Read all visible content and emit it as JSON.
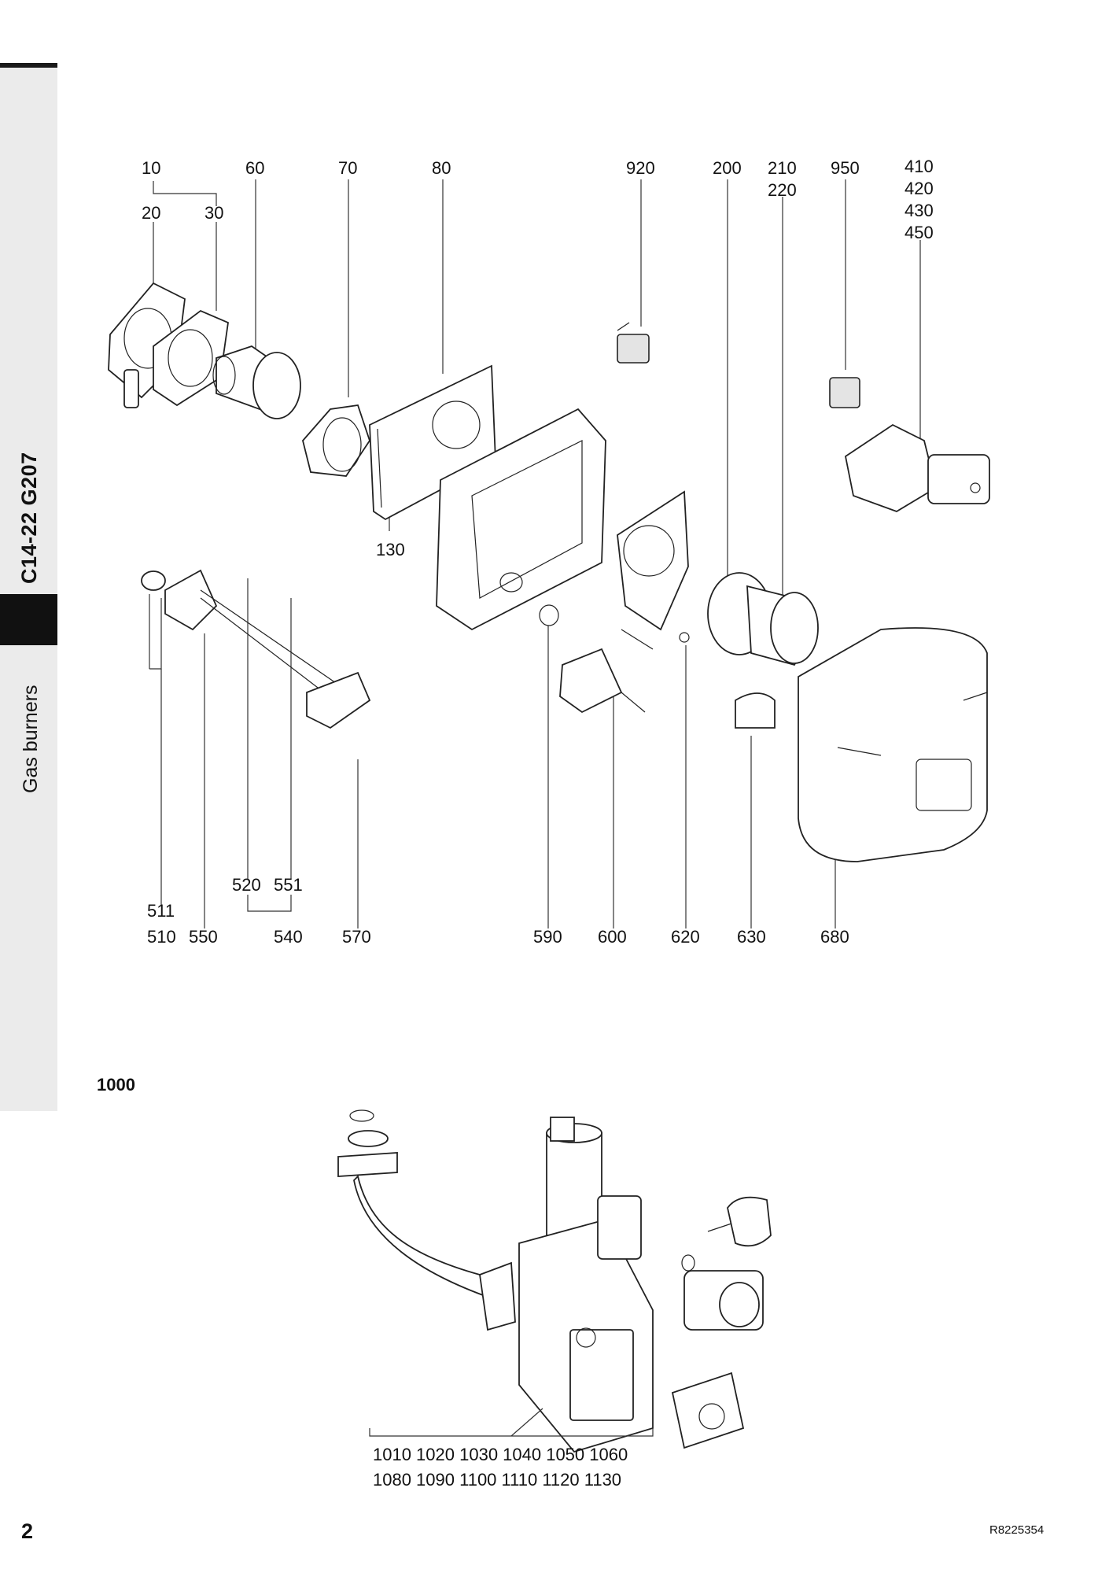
{
  "sidebar": {
    "model_code": "C14-22 G207",
    "category": "Gas burners"
  },
  "callouts": {
    "c10": "10",
    "c20": "20",
    "c30": "30",
    "c60": "60",
    "c70": "70",
    "c80": "80",
    "c920": "920",
    "c200": "200",
    "c210": "210",
    "c220": "220",
    "c950": "950",
    "c410": "410",
    "c420": "420",
    "c430": "430",
    "c450": "450",
    "c130": "130",
    "c511": "511",
    "c510": "510",
    "c550": "550",
    "c520": "520",
    "c551": "551",
    "c540": "540",
    "c570": "570",
    "c590": "590",
    "c600": "600",
    "c620": "620",
    "c630": "630",
    "c680": "680"
  },
  "section_1000": {
    "title": "1000",
    "row1": "1010 1020 1030 1040 1050 1060",
    "row2": "1080 1090 1100 1110 1120 1130"
  },
  "footer": {
    "page_number": "2",
    "doc_ref": "R8225354"
  }
}
